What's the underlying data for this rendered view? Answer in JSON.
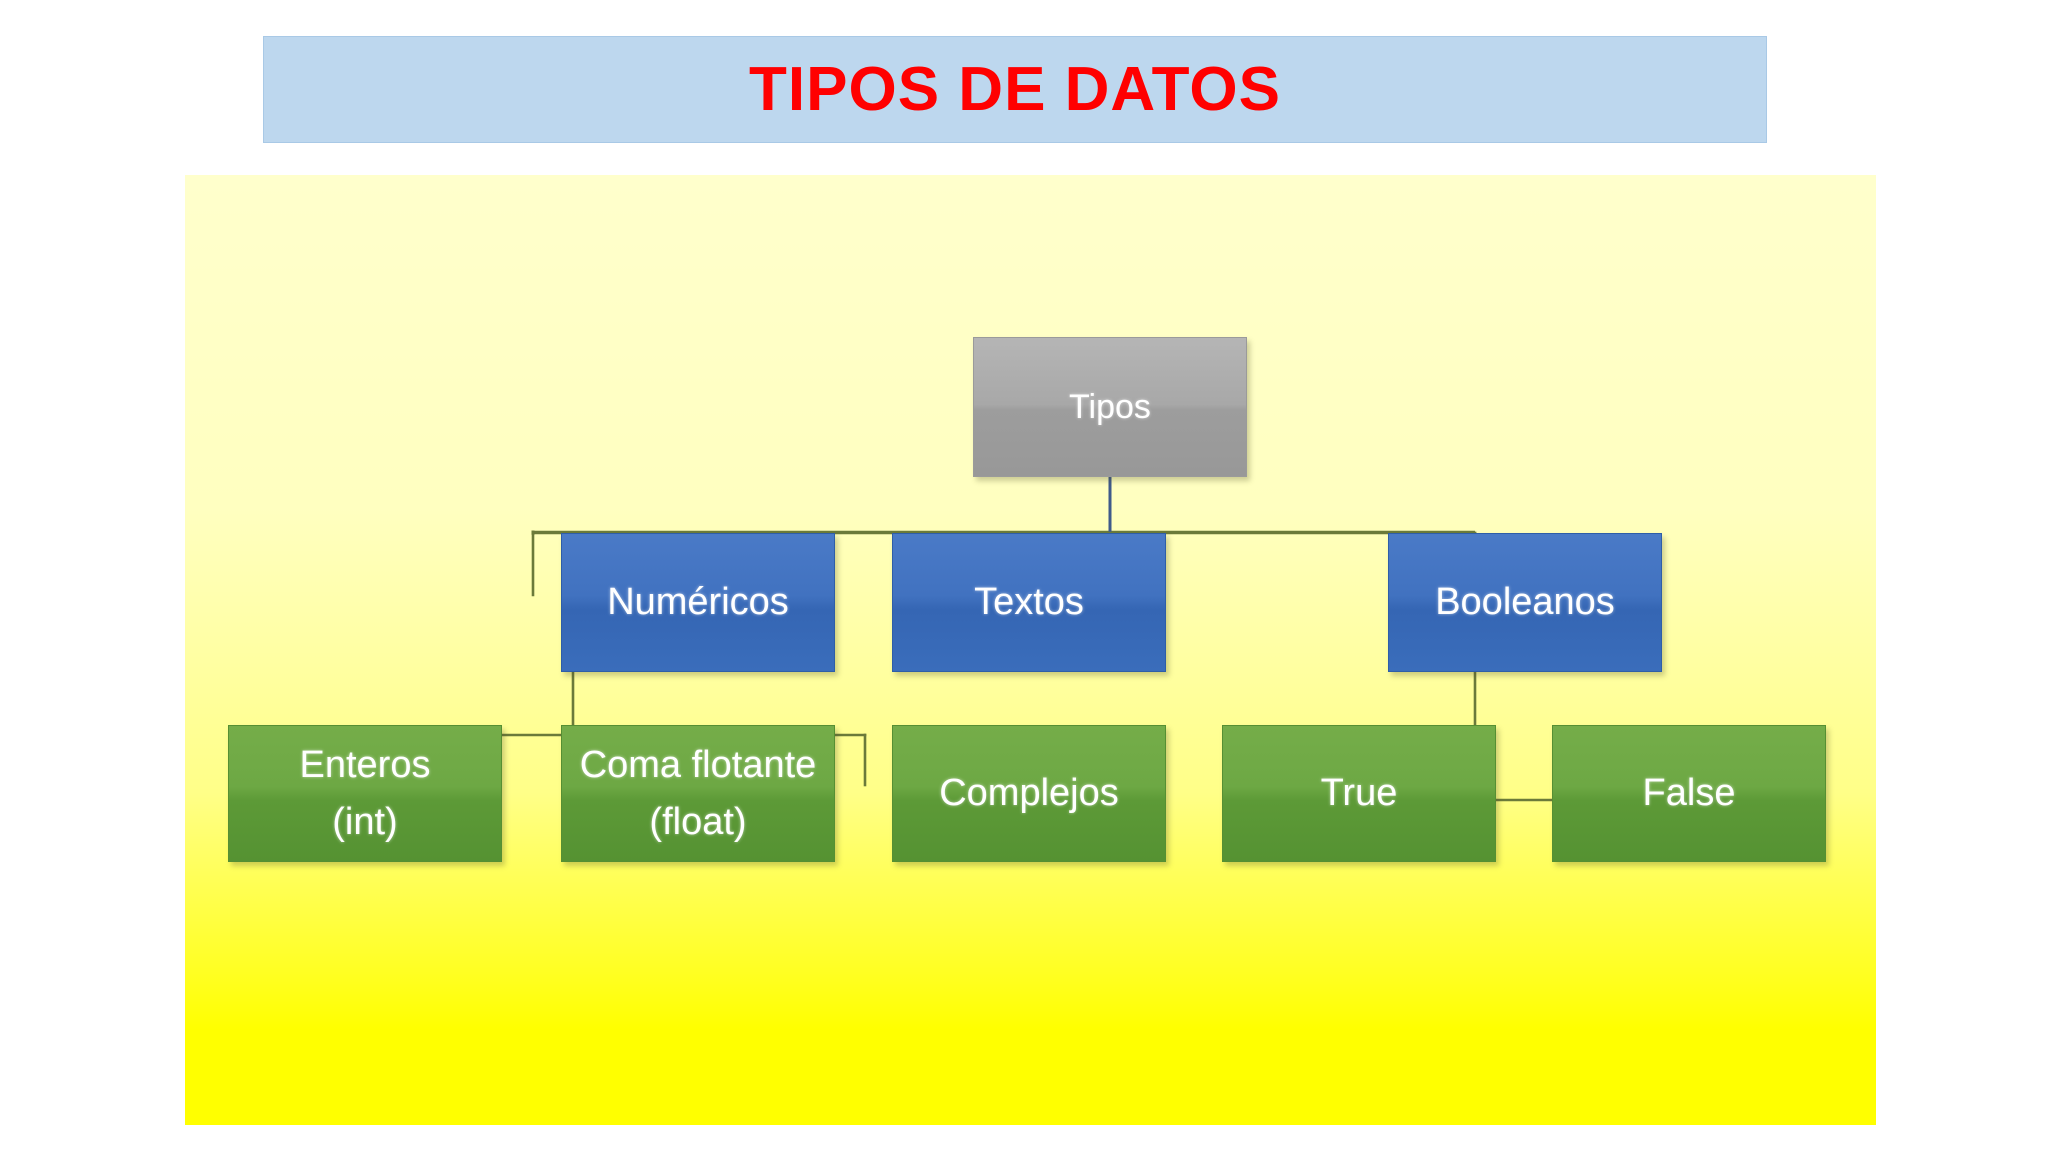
{
  "header": {
    "title": "TIPOS DE DATOS",
    "banner_color": "#BDD7EE",
    "title_color": "#FF0000"
  },
  "diagram": {
    "type": "tree",
    "background_gradient_from": "#FFFFCC",
    "background_gradient_to": "#FFFF00",
    "connector_color": "#6B7A3A",
    "root": {
      "label": "Tipos",
      "color": "#A6A6A6"
    },
    "level2_color": "#3A6DBB",
    "level3_color": "#6DA844",
    "level2": [
      {
        "label": "Numéricos"
      },
      {
        "label": "Textos"
      },
      {
        "label": "Booleanos"
      }
    ],
    "level3": [
      {
        "line1": "Enteros",
        "line2": "(int)",
        "parent": "Numéricos"
      },
      {
        "line1": "Coma flotante",
        "line2": "(float)",
        "parent": "Numéricos"
      },
      {
        "line1": "Complejos",
        "line2": "",
        "parent": "Numéricos"
      },
      {
        "line1": "True",
        "line2": "",
        "parent": "Booleanos"
      },
      {
        "line1": "False",
        "line2": "",
        "parent": "Booleanos"
      }
    ]
  }
}
